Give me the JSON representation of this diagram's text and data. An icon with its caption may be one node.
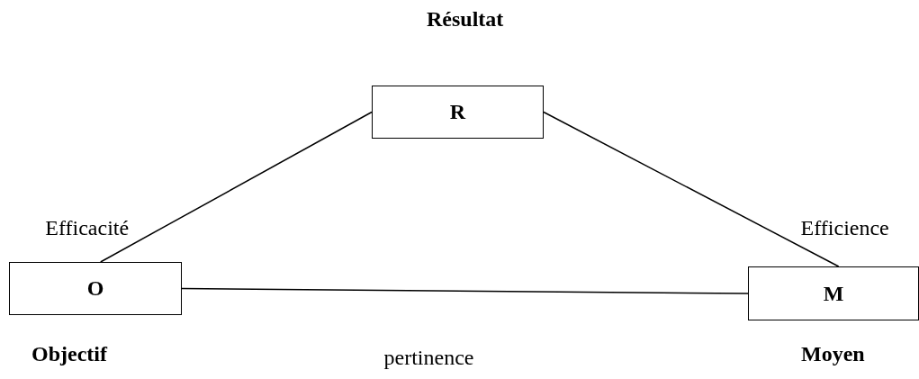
{
  "diagram": {
    "nodes": [
      {
        "text": [
          "R"
        ],
        "beside": [
          "Résultat"
        ]
      },
      {
        "text": [
          "O"
        ],
        "beside": [
          "Objectif"
        ]
      },
      {
        "text": [
          "M"
        ],
        "beside": [
          "Moyen"
        ]
      }
    ],
    "edges": [
      {
        "from": 0,
        "to": 1,
        "arrow": "none",
        "label": "Efficacité"
      },
      {
        "from": 0,
        "to": 2,
        "arrow": "none",
        "label": "Efficience"
      },
      {
        "from": 1,
        "to": 2,
        "arrow": "none",
        "label": "pertinence"
      }
    ]
  }
}
